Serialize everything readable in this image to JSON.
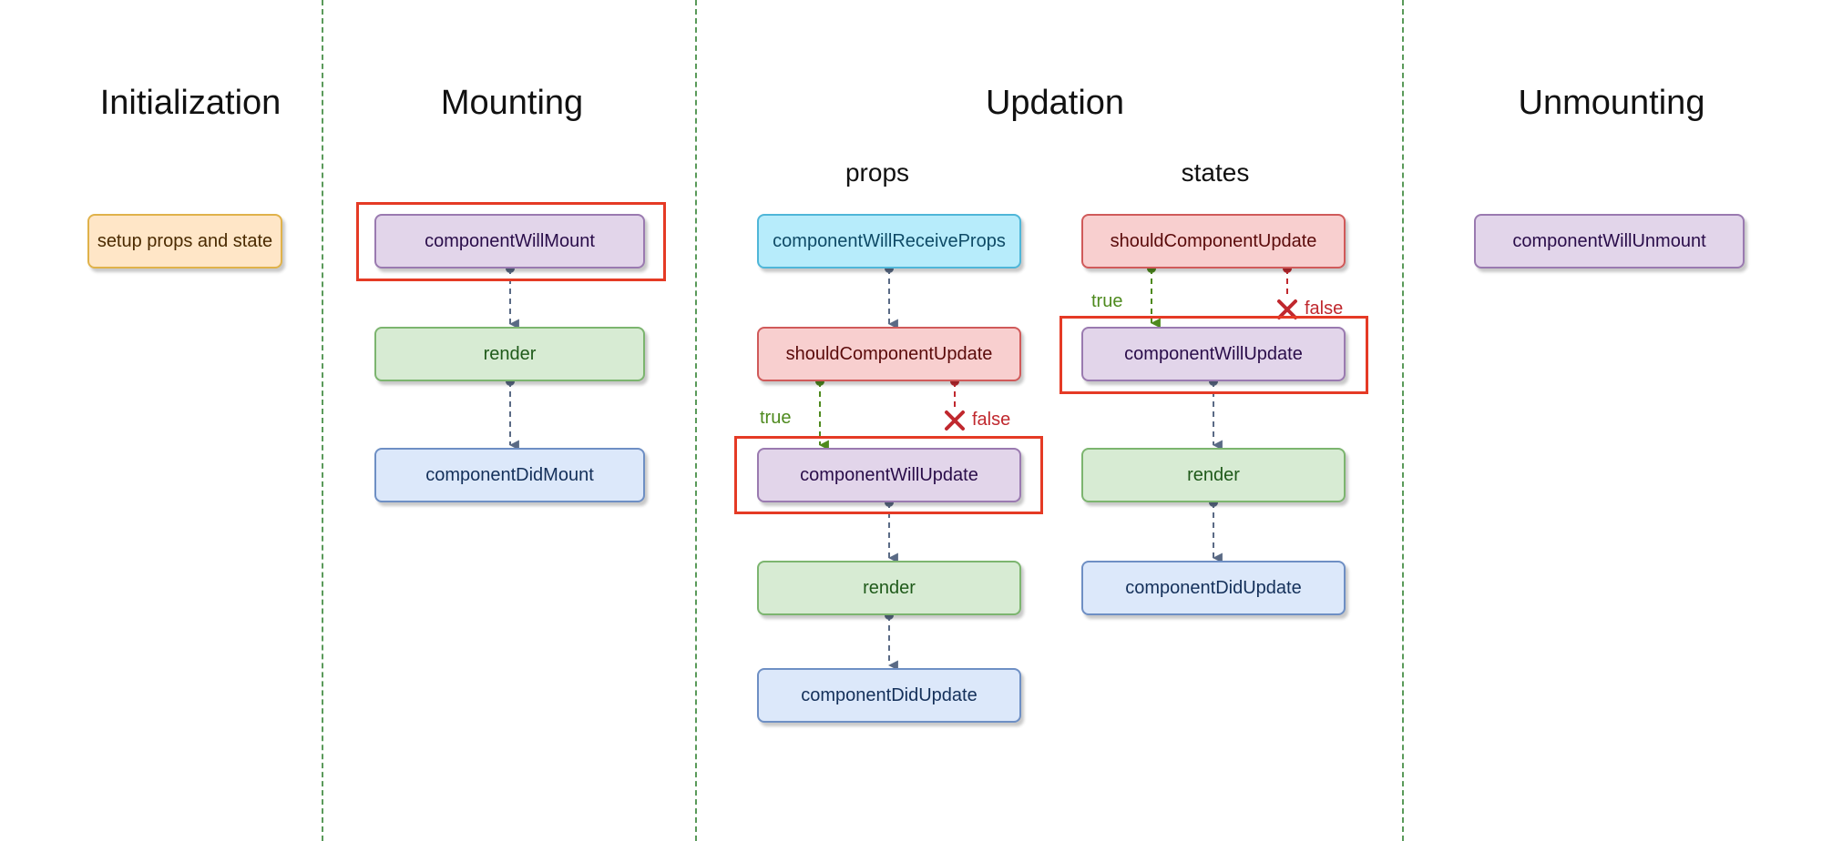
{
  "phases": {
    "initialization": "Initialization",
    "mounting": "Mounting",
    "updation": "Updation",
    "unmounting": "Unmounting"
  },
  "updation_sub": {
    "props": "props",
    "states": "states"
  },
  "initialization": {
    "setup": "setup props and state"
  },
  "mounting": {
    "will_mount": "componentWillMount",
    "render": "render",
    "did_mount": "componentDidMount"
  },
  "props_flow": {
    "will_receive_props": "componentWillReceiveProps",
    "should_update": "shouldComponentUpdate",
    "will_update": "componentWillUpdate",
    "render": "render",
    "did_update": "componentDidUpdate",
    "true_label": "true",
    "false_label": "false"
  },
  "states_flow": {
    "should_update": "shouldComponentUpdate",
    "will_update": "componentWillUpdate",
    "render": "render",
    "did_update": "componentDidUpdate",
    "true_label": "true",
    "false_label": "false"
  },
  "unmounting": {
    "will_unmount": "componentWillUnmount"
  },
  "colors": {
    "highlight": "#e53a25",
    "connector": "#5a6a85",
    "true": "#4e8a1e",
    "false": "#c0282e"
  }
}
